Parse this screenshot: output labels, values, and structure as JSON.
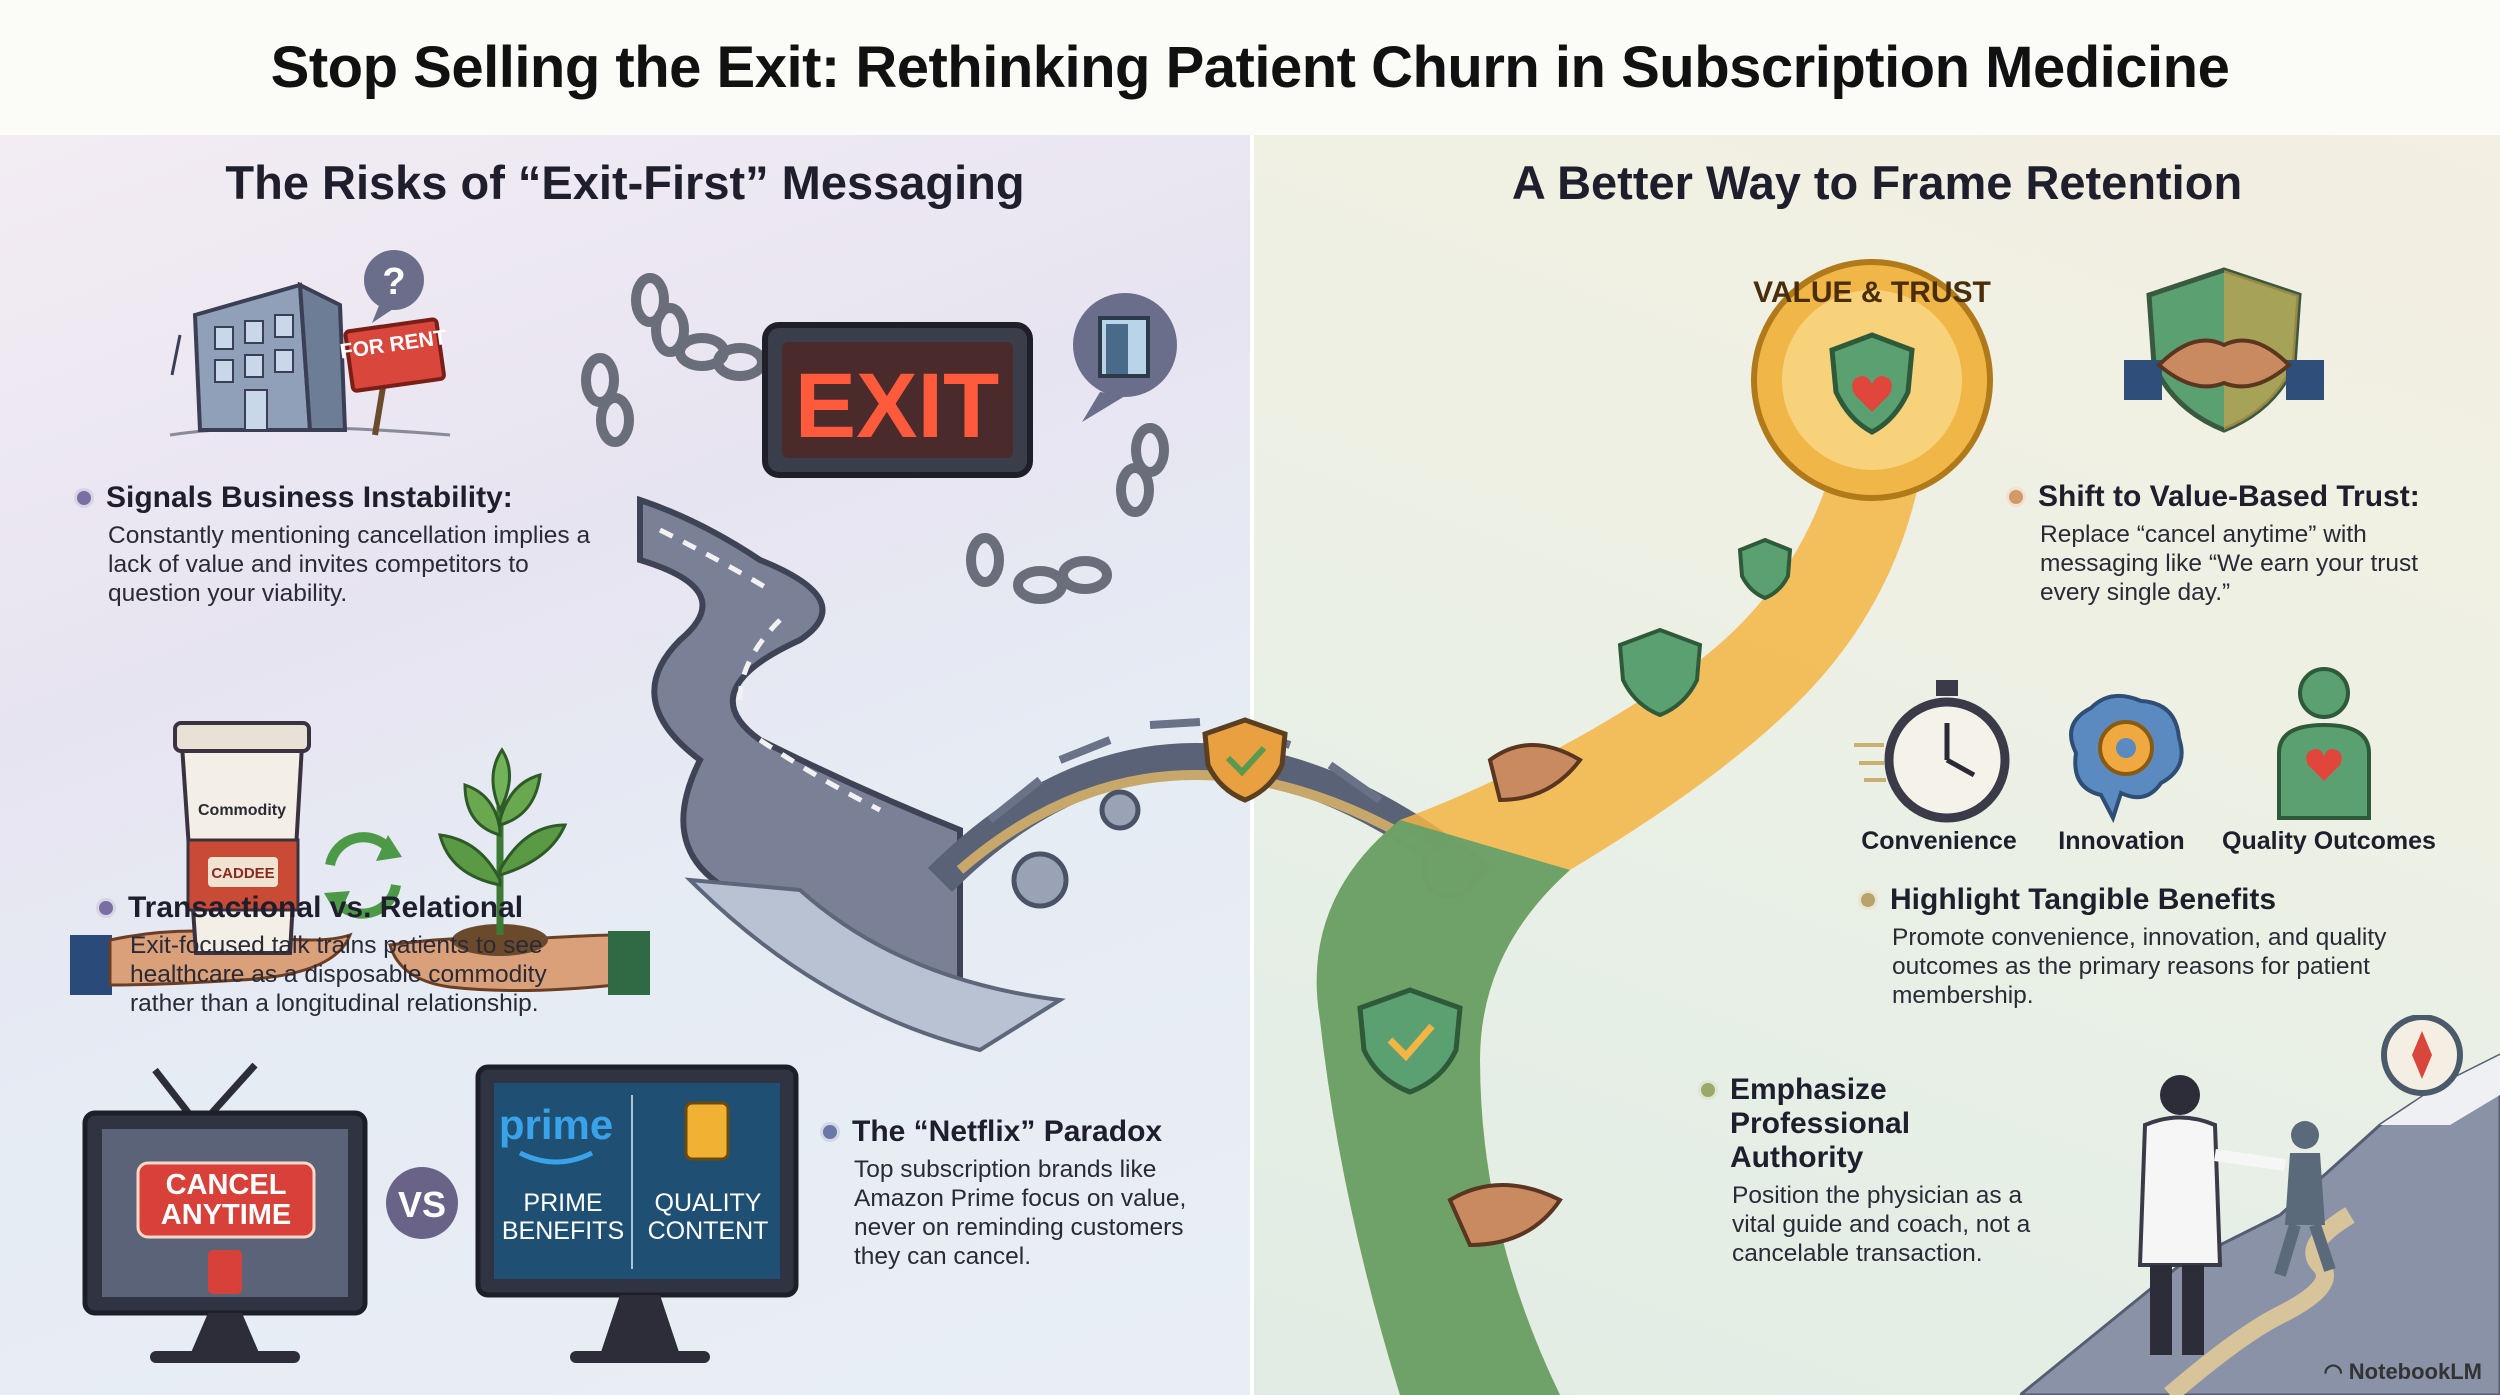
{
  "title": "Stop Selling the Exit: Rethinking Patient Churn in Subscription Medicine",
  "left": {
    "heading": "The Risks of “Exit-First” Messaging",
    "bullets": [
      {
        "title": "Signals Business Instability:",
        "text": "Constantly mentioning cancellation implies a lack of value and invites competitors to question your viability."
      },
      {
        "title": "Transactional vs. Relational",
        "text": "Exit-focused talk trains patients to see healthcare as a disposable commodity rather than a longitudinal relationship."
      },
      {
        "title": "The “Netflix” Paradox",
        "text": "Top subscription brands like Amazon Prime focus on value, never on reminding customers they can cancel."
      }
    ],
    "art": {
      "for_rent_sign": "FOR RENT",
      "question_mark": "?",
      "cup_label": "Commodity",
      "cup_band": "CADDEE",
      "exit_sign": "EXIT",
      "tv_left_text": "CANCEL ANYTIME",
      "vs": "VS",
      "prime_logo": "prime",
      "prime_left": "PRIME BENEFITS",
      "prime_right": "QUALITY CONTENT"
    }
  },
  "right": {
    "heading": "A Better Way to Frame Retention",
    "badge_text": "VALUE & TRUST",
    "bullets": [
      {
        "title": "Shift to Value-Based Trust:",
        "text": "Replace “cancel anytime” with messaging like “We earn your trust every single day.”"
      },
      {
        "title": "Highlight Tangible Benefits",
        "text": "Promote convenience, innovation, and quality outcomes as the primary reasons for patient membership."
      },
      {
        "title": "Emphasize Professional Authority",
        "text": "Position the physician as a vital guide and coach, not a cancelable transaction."
      }
    ],
    "benefit_icons": [
      {
        "label": "Convenience",
        "icon": "stopwatch-icon"
      },
      {
        "label": "Innovation",
        "icon": "brain-gear-icon"
      },
      {
        "label": "Quality Outcomes",
        "icon": "person-heart-icon"
      }
    ]
  },
  "footer": "NotebookLM",
  "colors": {
    "left_bullet_dot": "#7a6fa3",
    "right_bullet_dot": "#b8a46a",
    "exit_red": "#ff5a3c",
    "prime_blue": "#2b8bd6",
    "path_green": "#5f9e6a",
    "path_gold": "#f3b544"
  }
}
